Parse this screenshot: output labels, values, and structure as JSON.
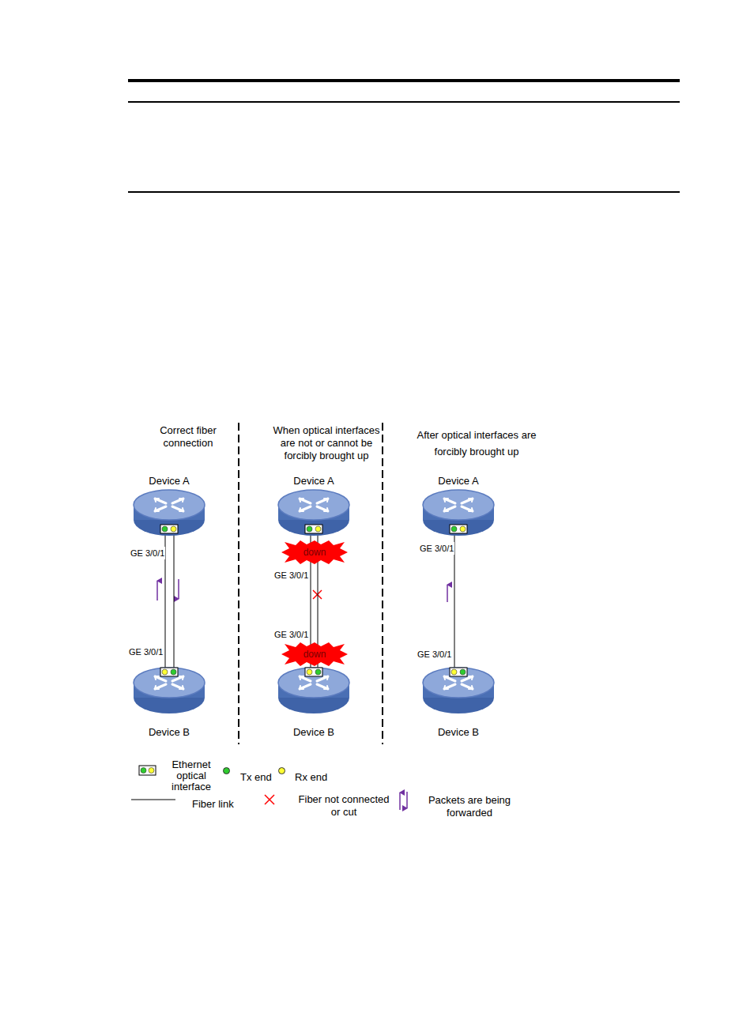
{
  "diagram": {
    "nodes": [
      {
        "text": [
          "Device A"
        ]
      },
      {
        "text": [
          "Device B"
        ]
      },
      {
        "text": [
          "Device A"
        ]
      },
      {
        "text": [
          "down"
        ]
      },
      {
        "text": [
          "down"
        ]
      },
      {
        "text": [
          "Device B"
        ]
      },
      {
        "text": [
          "Device A"
        ]
      },
      {
        "text": [
          "Device B"
        ]
      }
    ],
    "edges": [
      {
        "from": 0,
        "to": 1,
        "arrow": "none"
      },
      {
        "from": 0,
        "to": 1,
        "arrow": "none"
      },
      {
        "from": 2,
        "to": 5,
        "arrow": "none"
      },
      {
        "from": 2,
        "to": 5,
        "arrow": "none"
      },
      {
        "from": 6,
        "to": 7,
        "arrow": "none"
      }
    ],
    "labels": [
      "Correct fiber connection",
      "When optical interfaces are not or cannot be forcibly brought up",
      "After optical interfaces are forcibly brought up",
      "GE 3/0/1",
      "GE 3/0/1",
      "GE 3/0/1",
      "GE 3/0/1",
      "GE 3/0/1",
      "GE 3/0/1"
    ],
    "legend": [
      {
        "text": "Ethernet optical interface"
      },
      {
        "text": "Tx end",
        "color": "#2ecc2e"
      },
      {
        "text": "Rx end",
        "color": "#ffff33"
      },
      {
        "text": "Fiber link"
      },
      {
        "text": "Fiber not connected or cut"
      },
      {
        "text": "Packets are being forwarded"
      }
    ]
  }
}
